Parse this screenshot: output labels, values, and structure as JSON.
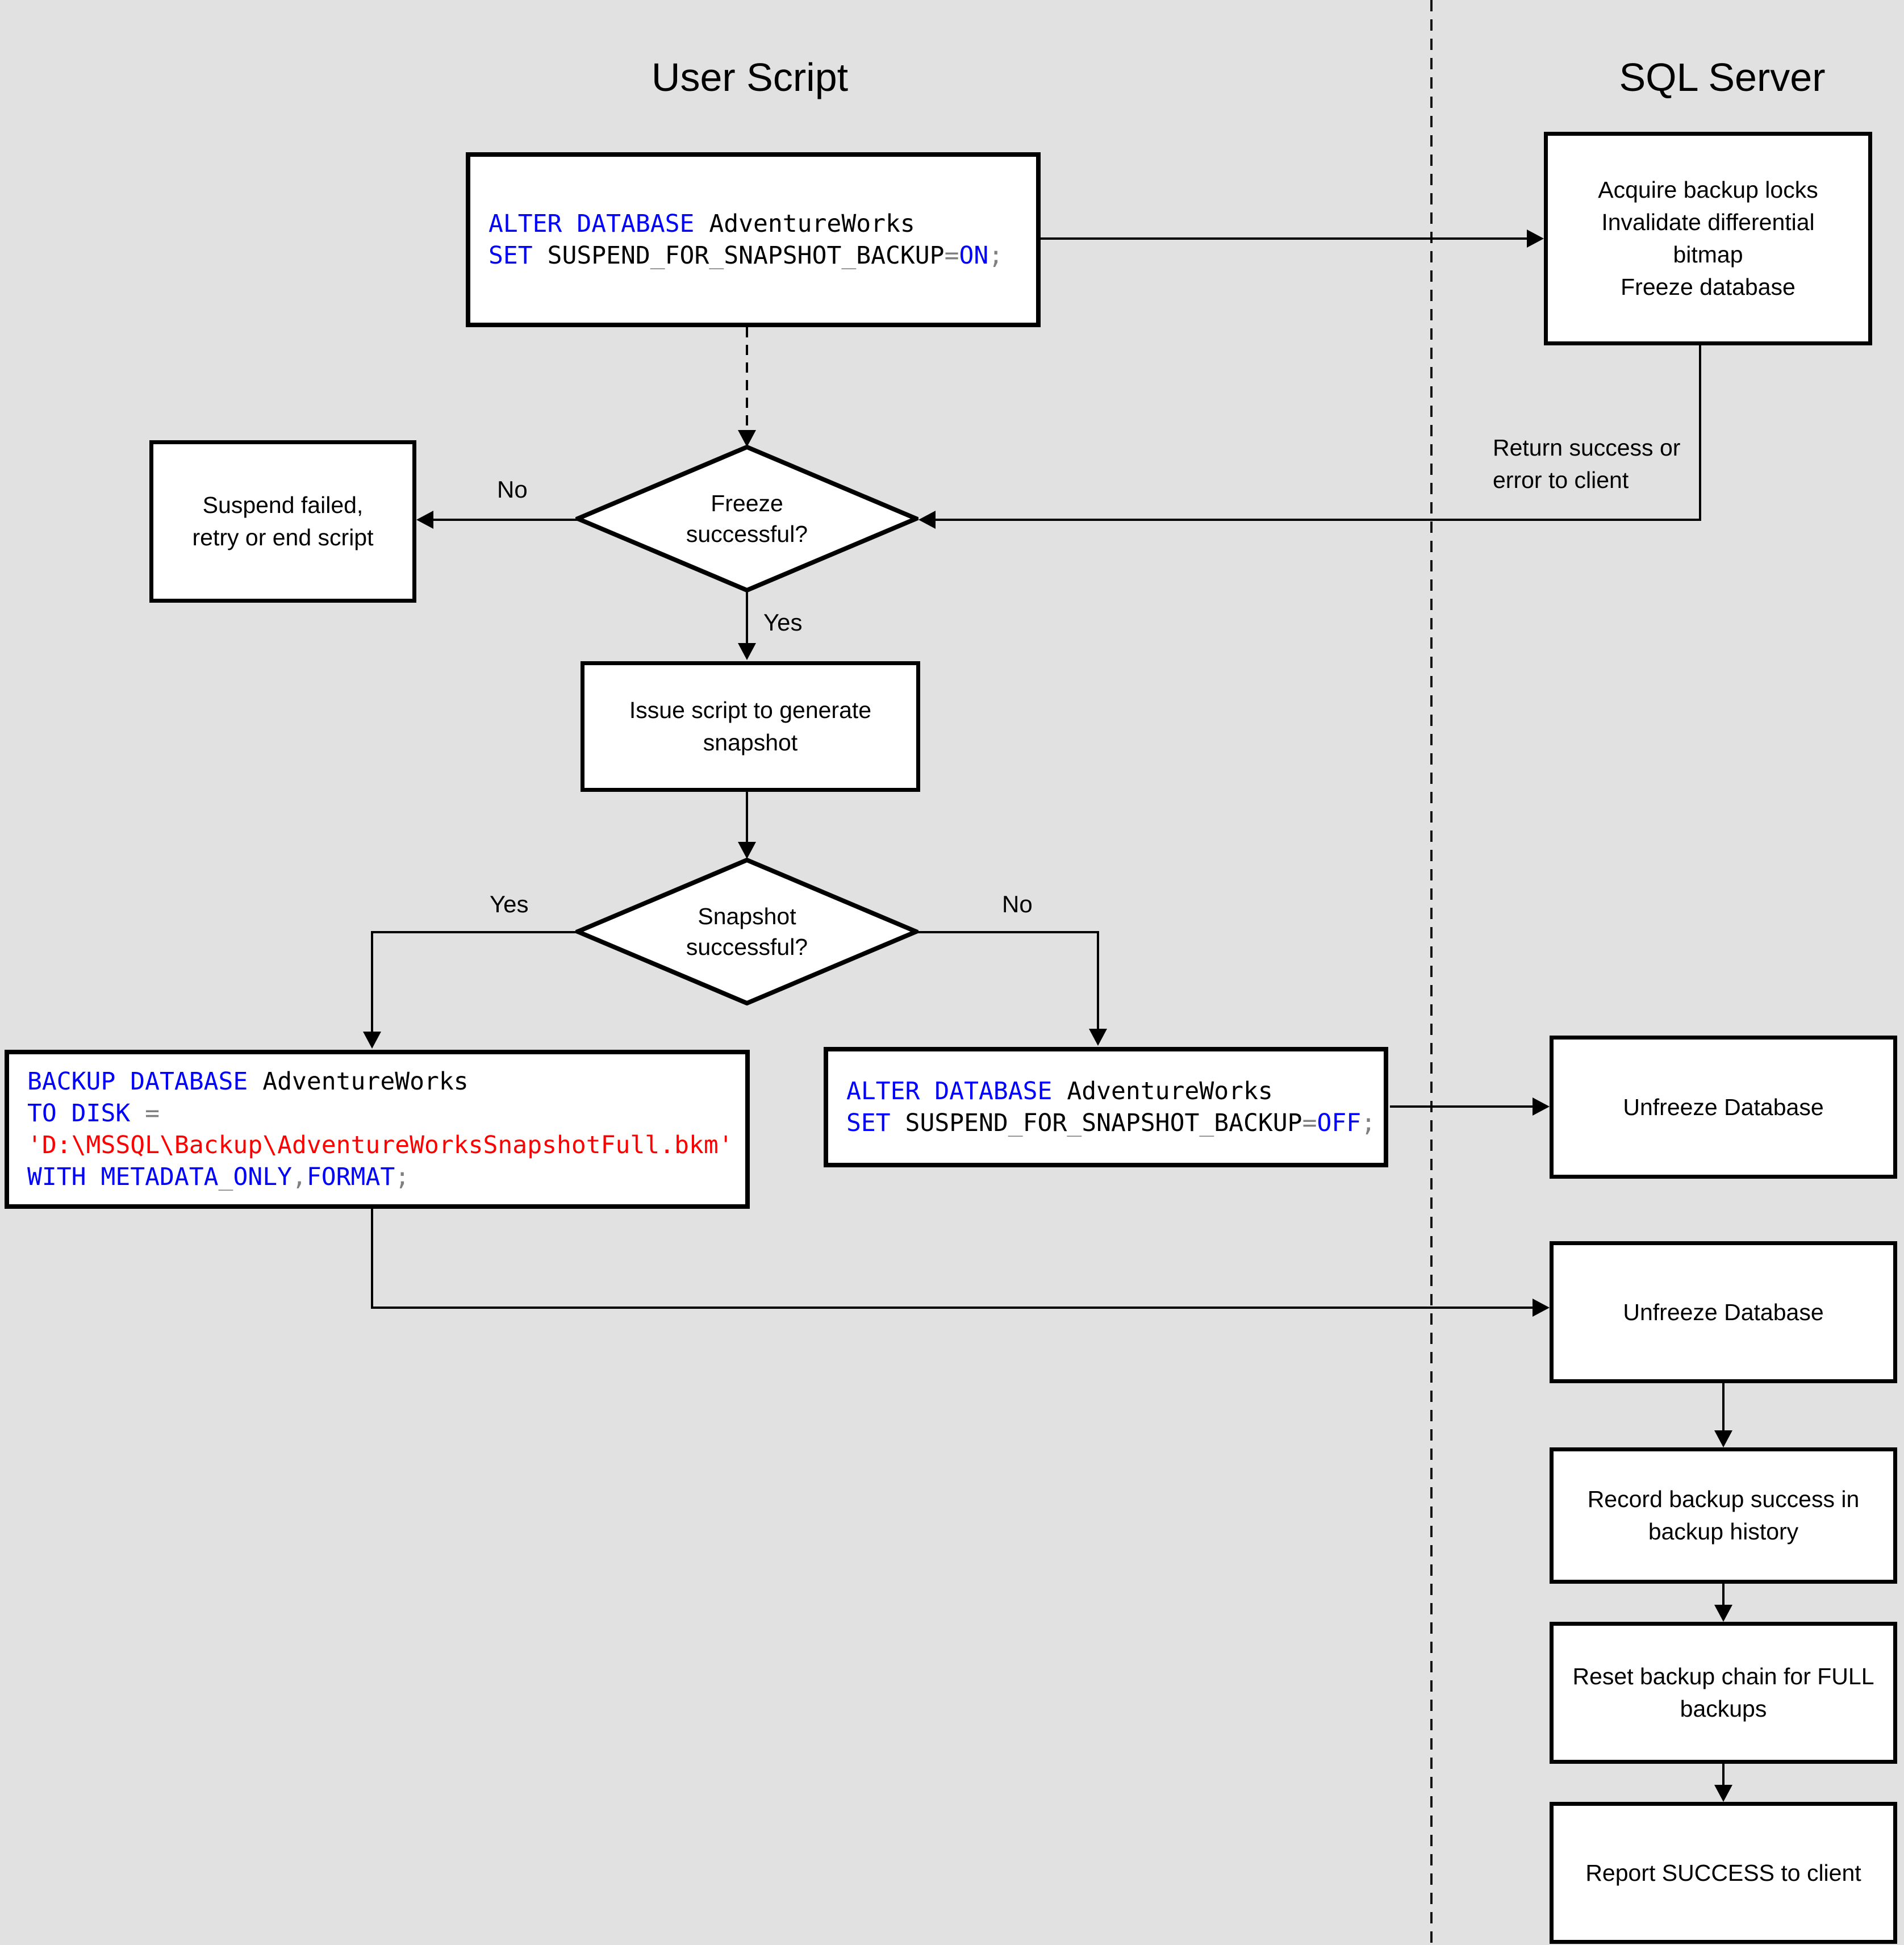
{
  "titles": {
    "left": "User Script",
    "right": "SQL Server"
  },
  "colors": {
    "background": "#e1e1e1",
    "box_fill": "#ffffff",
    "line": "#000000",
    "keyword": "#0000ff",
    "plain": "#000000",
    "operator": "#808080",
    "string": "#ff0000"
  },
  "nodes": {
    "alter_on": {
      "lines": [
        [
          {
            "t": "ALTER DATABASE",
            "c": "keyword"
          },
          {
            "t": " AdventureWorks",
            "c": "plain"
          }
        ],
        [
          {
            "t": "SET",
            "c": "keyword"
          },
          {
            "t": " SUSPEND",
            "c": "plain"
          },
          {
            "t": "_",
            "c": "operator"
          },
          {
            "t": "FOR",
            "c": "plain"
          },
          {
            "t": "_",
            "c": "operator"
          },
          {
            "t": "SNAPSHOT",
            "c": "plain"
          },
          {
            "t": "_",
            "c": "operator"
          },
          {
            "t": "BACKUP",
            "c": "plain"
          },
          {
            "t": "=",
            "c": "operator"
          },
          {
            "t": "ON",
            "c": "keyword"
          },
          {
            "t": ";",
            "c": "operator"
          }
        ]
      ]
    },
    "acquire": {
      "lines": [
        "Acquire backup locks",
        "Invalidate differential",
        "bitmap",
        "Freeze database"
      ]
    },
    "return_label": {
      "lines": [
        "Return success or",
        "error to client"
      ]
    },
    "freeze_decision": {
      "lines": [
        "Freeze",
        "successful?"
      ]
    },
    "suspend_failed": {
      "lines": [
        "Suspend failed,",
        "retry or end script"
      ]
    },
    "issue_script": {
      "lines": [
        "Issue script to generate",
        "snapshot"
      ]
    },
    "snapshot_decision": {
      "lines": [
        "Snapshot",
        "successful?"
      ]
    },
    "backup_cmd": {
      "lines": [
        [
          {
            "t": "BACKUP DATABASE",
            "c": "keyword"
          },
          {
            "t": " AdventureWorks",
            "c": "plain"
          }
        ],
        [
          {
            "t": "TO DISK",
            "c": "keyword"
          },
          {
            "t": " ",
            "c": "plain"
          },
          {
            "t": "=",
            "c": "operator"
          }
        ],
        [
          {
            "t": "'D:\\MSSQL\\Backup\\AdventureWorksSnapshotFull.bkm'",
            "c": "string"
          }
        ],
        [
          {
            "t": "WITH METADATA",
            "c": "keyword"
          },
          {
            "t": "_",
            "c": "operator"
          },
          {
            "t": "ONLY",
            "c": "keyword"
          },
          {
            "t": ",",
            "c": "operator"
          },
          {
            "t": "FORMAT",
            "c": "keyword"
          },
          {
            "t": ";",
            "c": "operator"
          }
        ]
      ]
    },
    "alter_off": {
      "lines": [
        [
          {
            "t": "ALTER DATABASE",
            "c": "keyword"
          },
          {
            "t": " AdventureWorks",
            "c": "plain"
          }
        ],
        [
          {
            "t": "SET",
            "c": "keyword"
          },
          {
            "t": " SUSPEND",
            "c": "plain"
          },
          {
            "t": "_",
            "c": "operator"
          },
          {
            "t": "FOR",
            "c": "plain"
          },
          {
            "t": "_",
            "c": "operator"
          },
          {
            "t": "SNAPSHOT",
            "c": "plain"
          },
          {
            "t": "_",
            "c": "operator"
          },
          {
            "t": "BACKUP",
            "c": "plain"
          },
          {
            "t": "=",
            "c": "operator"
          },
          {
            "t": "OFF",
            "c": "keyword"
          },
          {
            "t": ";",
            "c": "operator"
          }
        ]
      ]
    },
    "unfreeze1": {
      "label": "Unfreeze Database"
    },
    "unfreeze2": {
      "label": "Unfreeze Database"
    },
    "record": {
      "lines": [
        "Record backup success in",
        "backup history"
      ]
    },
    "reset": {
      "lines": [
        "Reset backup chain for FULL",
        "backups"
      ]
    },
    "report": {
      "label": "Report SUCCESS to client"
    }
  },
  "edge_labels": {
    "freeze_no": "No",
    "freeze_yes": "Yes",
    "snapshot_yes": "Yes",
    "snapshot_no": "No"
  }
}
